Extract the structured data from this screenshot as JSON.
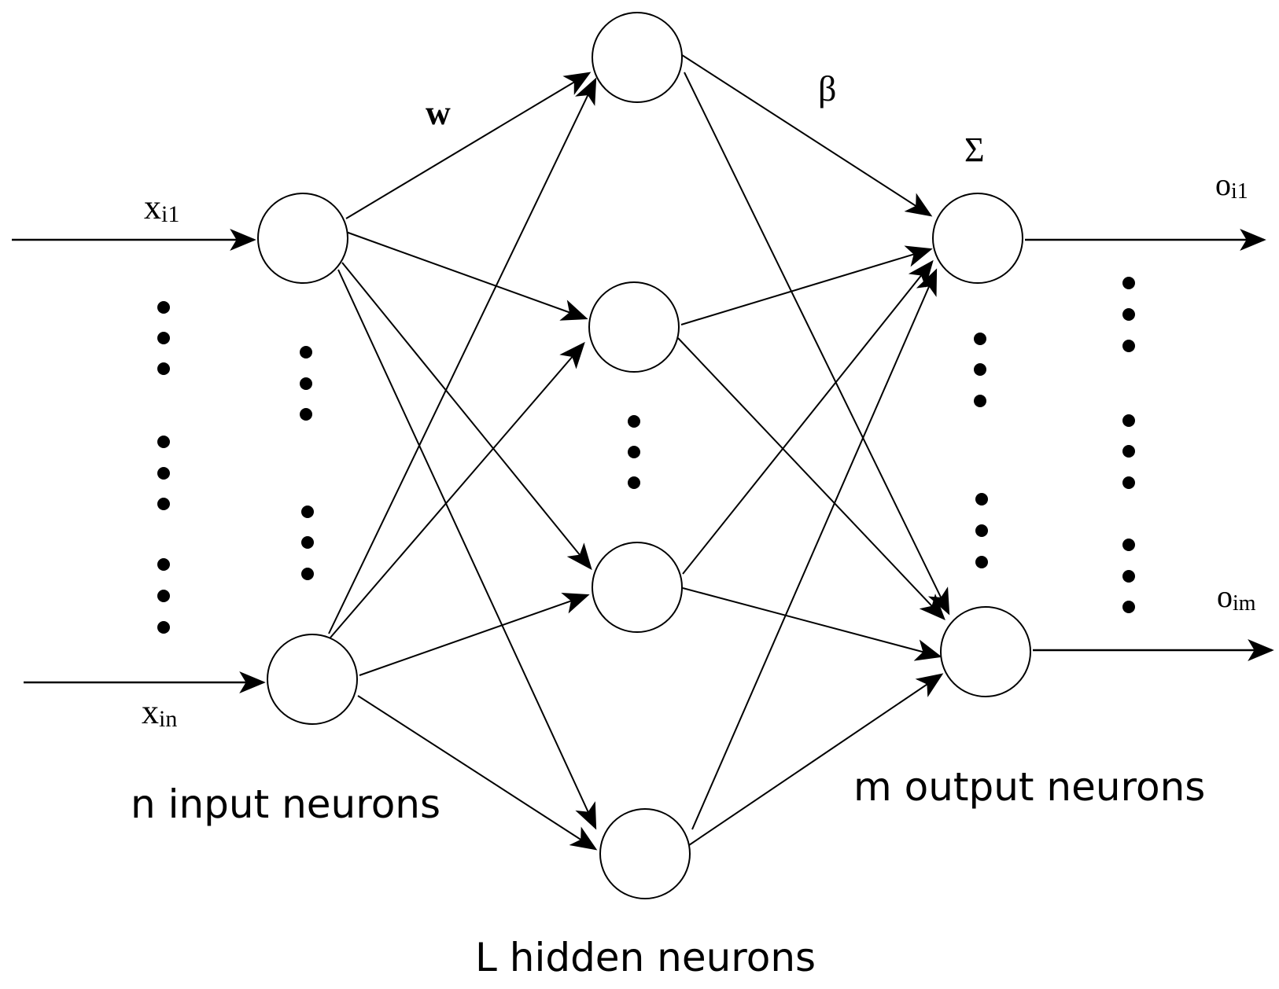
{
  "labels": {
    "input_top": {
      "main": "x",
      "sub": "i1"
    },
    "input_bottom": {
      "main": "x",
      "sub": "in"
    },
    "weight_w": "w",
    "weight_beta": "β",
    "sum_symbol": "Σ",
    "output_top": {
      "main": "o",
      "sub": "i1"
    },
    "output_bottom": {
      "main": "o",
      "sub": "im"
    },
    "input_layer": "n input neurons",
    "hidden_layer": "L hidden neurons",
    "output_layer": "m output neurons"
  },
  "network": {
    "input_neurons_drawn": 2,
    "hidden_neurons_drawn": 4,
    "output_neurons_drawn": 2,
    "connections": "fully connected"
  },
  "colors": {
    "line": "#000000",
    "background": "#ffffff"
  }
}
